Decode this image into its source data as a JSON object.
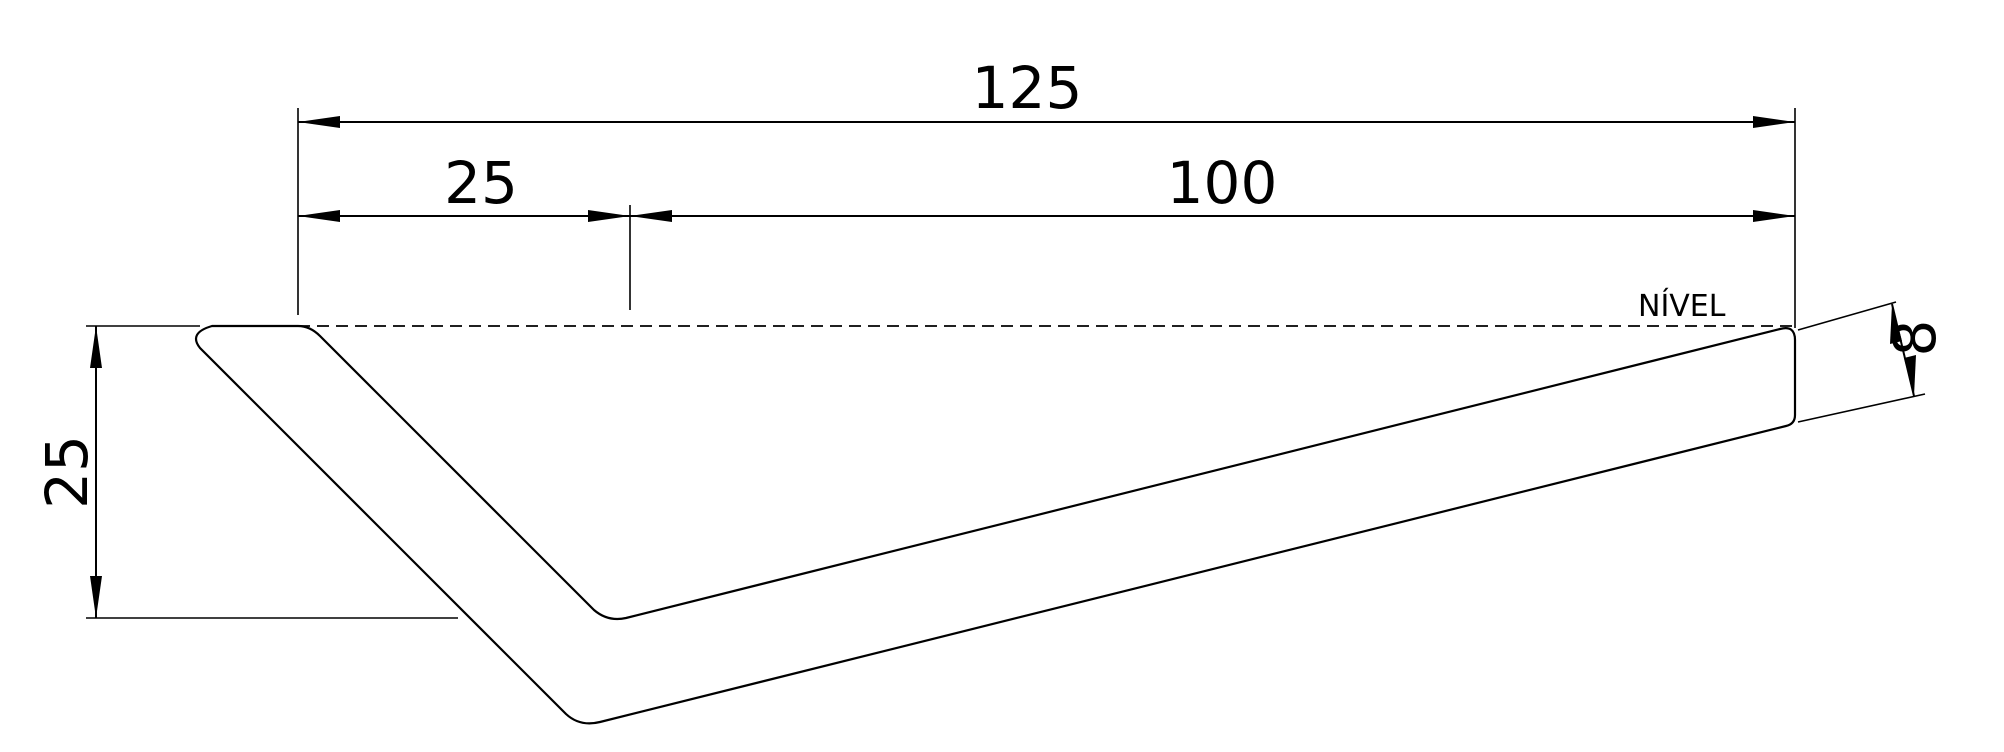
{
  "drawing": {
    "dimensions": {
      "overall_width": "125",
      "left_segment": "25",
      "right_segment": "100",
      "height": "25",
      "thickness": "8"
    },
    "labels": {
      "level": "NÍVEL"
    },
    "colors": {
      "line": "#000000",
      "background": "#ffffff"
    }
  }
}
